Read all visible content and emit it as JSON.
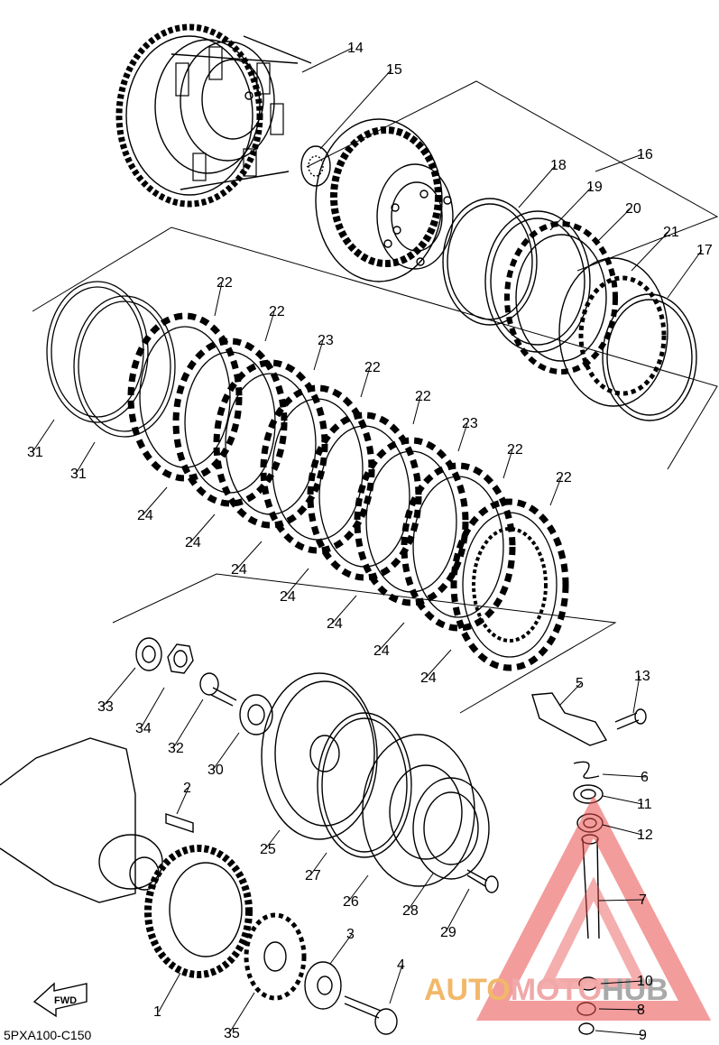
{
  "diagram": {
    "figure_code": "5PXA100-C150",
    "direction_label": "FWD",
    "callouts": [
      "14",
      "15",
      "18",
      "16",
      "19",
      "20",
      "21",
      "17",
      "22",
      "22",
      "23",
      "22",
      "22",
      "23",
      "22",
      "22",
      "31",
      "31",
      "24",
      "24",
      "24",
      "24",
      "24",
      "24",
      "24",
      "5",
      "13",
      "33",
      "34",
      "32",
      "30",
      "6",
      "11",
      "12",
      "2",
      "25",
      "27",
      "26",
      "28",
      "29",
      "7",
      "1",
      "3",
      "4",
      "35",
      "10",
      "8",
      "9"
    ]
  },
  "watermark": {
    "part1": "AUTO",
    "part2": "MOTO",
    "part3": "HUB",
    "colors": {
      "part1": "#f2b86a",
      "part2": "#f0a8a8",
      "part3": "#a9a9a9",
      "triangle": "#e94b4b"
    }
  }
}
